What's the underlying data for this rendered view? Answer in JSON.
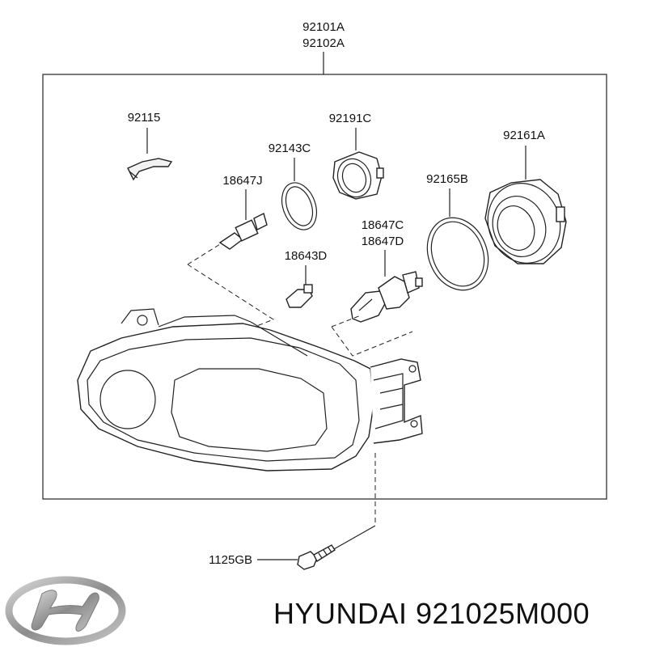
{
  "assembly_labels": {
    "top1": "92101A",
    "top2": "92102A"
  },
  "parts": {
    "p92115": "92115",
    "p92191C": "92191C",
    "p92161A": "92161A",
    "p92143C": "92143C",
    "p18647J": "18647J",
    "p92165B": "92165B",
    "p18647C": "18647C",
    "p18647D": "18647D",
    "p18643D": "18643D",
    "p1125GB": "1125GB"
  },
  "caption": "HYUNDAI 921025M000",
  "logo_icon": "hyundai-logo-icon",
  "colors": {
    "line": "#222222",
    "logo": "#9a9a9a"
  }
}
